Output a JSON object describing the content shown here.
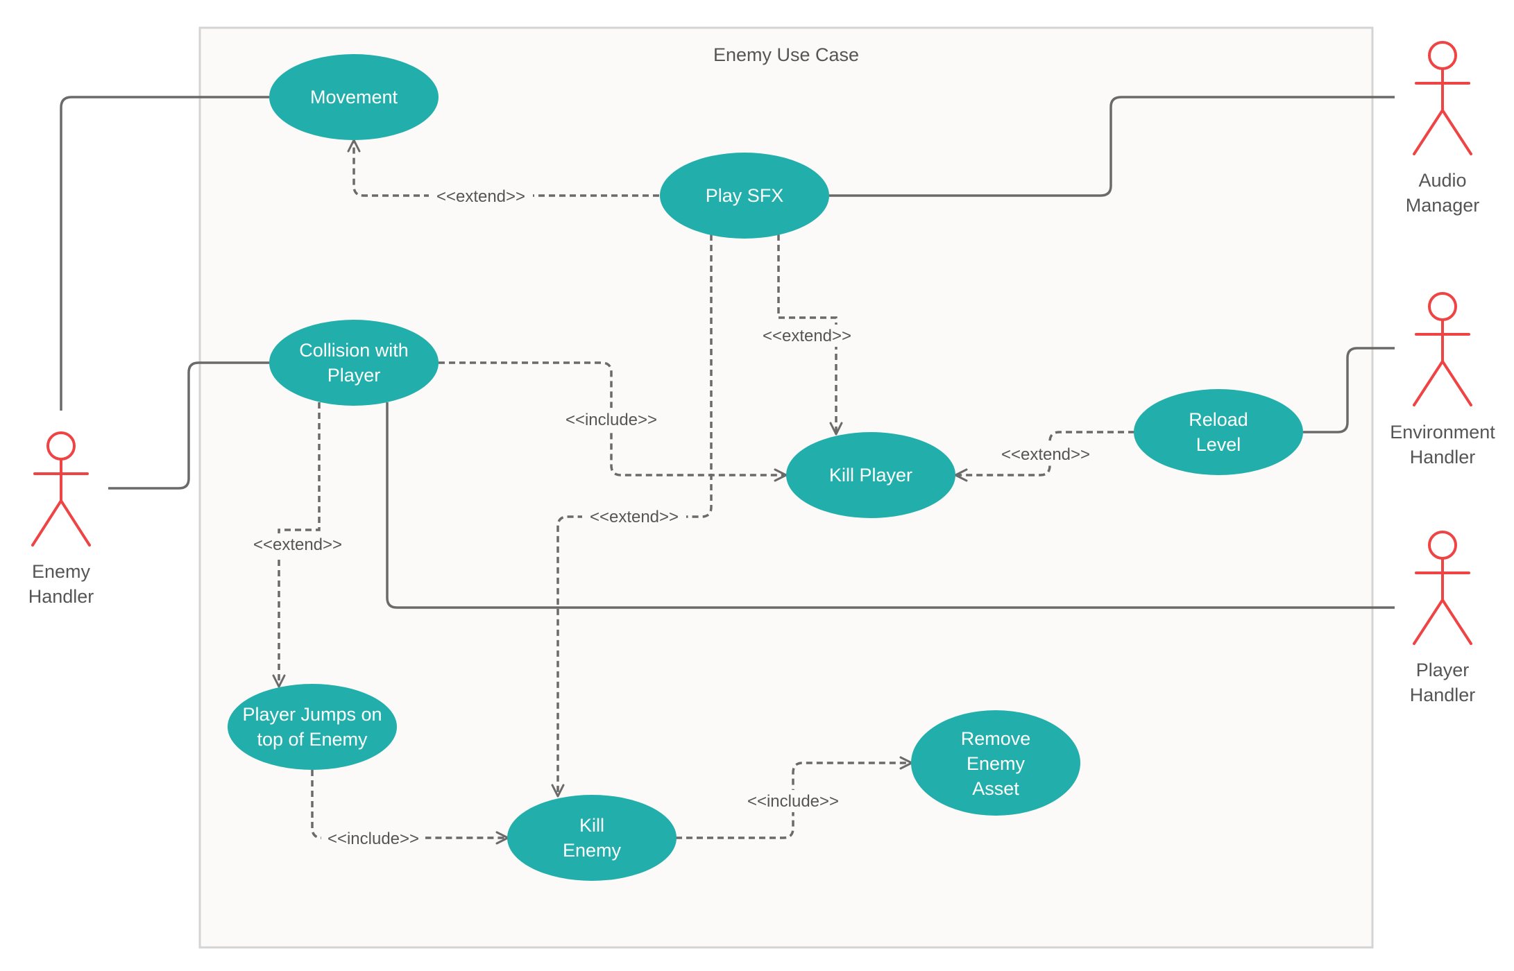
{
  "diagram": {
    "title": "Enemy Use Case",
    "colors": {
      "use_case_fill": "#22afac",
      "actor_stroke": "#ee4444",
      "line": "#6a6a6a",
      "boundary_fill": "#fbfaf9",
      "boundary_stroke": "#d4d4d4",
      "text_dark": "#555555",
      "text_light": "#ffffff"
    },
    "use_cases": {
      "movement": [
        "Movement"
      ],
      "play_sfx": [
        "Play SFX"
      ],
      "collision": [
        "Collision with",
        "Player"
      ],
      "kill_player": [
        "Kill Player"
      ],
      "reload_level": [
        "Reload",
        "Level"
      ],
      "jumps": [
        "Player Jumps on",
        "top of Enemy"
      ],
      "kill_enemy": [
        "Kill",
        "Enemy"
      ],
      "remove_asset": [
        "Remove",
        "Enemy",
        "Asset"
      ]
    },
    "actors": {
      "enemy_handler": [
        "Enemy",
        "Handler"
      ],
      "audio_manager": [
        "Audio",
        "Manager"
      ],
      "environment_handler": [
        "Environment",
        "Handler"
      ],
      "player_handler": [
        "Player",
        "Handler"
      ]
    },
    "relations": {
      "sfx_movement": "<<extend>>",
      "sfx_killplayer": "<<extend>>",
      "collision_killplayer": "<<include>>",
      "reload_killplayer": "<<extend>>",
      "sfx_killenemy": "<<extend>>",
      "collision_jumps": "<<extend>>",
      "jumps_killenemy": "<<include>>",
      "killenemy_remove": "<<include>>"
    }
  }
}
